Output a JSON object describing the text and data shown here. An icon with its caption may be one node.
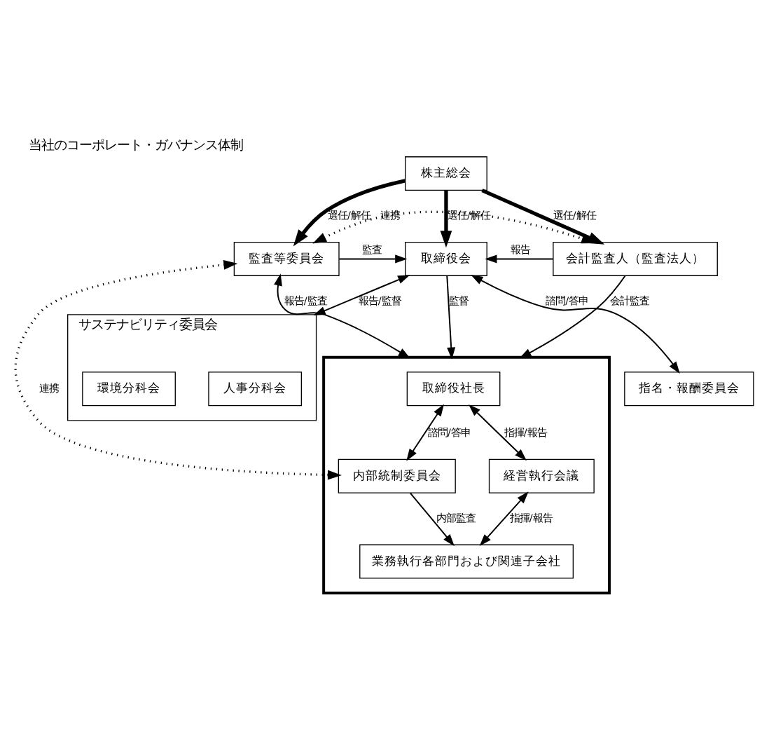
{
  "diagram": {
    "title": "当社のコーポレート・ガバナンス体制",
    "nodes": [
      {
        "text": [
          "株主総会"
        ]
      },
      {
        "text": [
          "監査等委員会"
        ]
      },
      {
        "text": [
          "取締役会"
        ]
      },
      {
        "text": [
          "会計監査人（監査法人）"
        ]
      },
      {
        "text": [
          "指名・報酬委員会"
        ]
      },
      {
        "text": [
          "サステナビリティ委員会"
        ]
      },
      {
        "text": [
          "人事分科会"
        ],
        "in": 5
      },
      {
        "text": [
          "環境分科会"
        ],
        "in": 5
      },
      {
        "text": [],
        "shape": "box"
      },
      {
        "text": [
          "取締役社長"
        ],
        "in": 8
      },
      {
        "text": [
          "内部統制委員会"
        ],
        "in": 8
      },
      {
        "text": [
          "経営執行会議"
        ],
        "in": 8
      },
      {
        "text": [
          "業務執行各部門および関連子会社"
        ],
        "in": 8
      }
    ],
    "edges": [
      {
        "from": 0,
        "to": 1,
        "arrow": "to",
        "label": "選任/解任",
        "style": "thick"
      },
      {
        "from": 0,
        "to": 2,
        "arrow": "to",
        "label": "選任/解任",
        "style": "thick"
      },
      {
        "from": 0,
        "to": 3,
        "arrow": "to",
        "label": "選任/解任",
        "style": "thick"
      },
      {
        "from": 1,
        "to": 2,
        "arrow": "to",
        "label": "監査"
      },
      {
        "from": 3,
        "to": 2,
        "arrow": "to",
        "label": "報告"
      },
      {
        "from": 1,
        "to": 3,
        "arrow": "both",
        "label": "連携",
        "style": "dashed"
      },
      {
        "from": 2,
        "to": 4,
        "arrow": "both",
        "label": "諮問/答申"
      },
      {
        "from": 2,
        "to": 5,
        "arrow": "both",
        "label": "報告/監督"
      },
      {
        "from": 2,
        "to": 8,
        "arrow": "to",
        "label": "監督"
      },
      {
        "from": 9,
        "to": 10,
        "arrow": "both",
        "label": "諮問/答申"
      },
      {
        "from": 9,
        "to": 11,
        "arrow": "both",
        "label": "指揮/報告"
      },
      {
        "from": 1,
        "to": 10,
        "arrow": "both",
        "label": "連携",
        "style": "dashed"
      },
      {
        "from": 3,
        "to": 8,
        "arrow": "to",
        "label": "会計監査"
      },
      {
        "from": 10,
        "to": 12,
        "arrow": "to",
        "label": "内部監査"
      },
      {
        "from": 11,
        "to": 12,
        "arrow": "both",
        "label": "指揮/報告"
      },
      {
        "from": 1,
        "to": 8,
        "arrow": "both",
        "label": "報告/監査"
      }
    ]
  }
}
